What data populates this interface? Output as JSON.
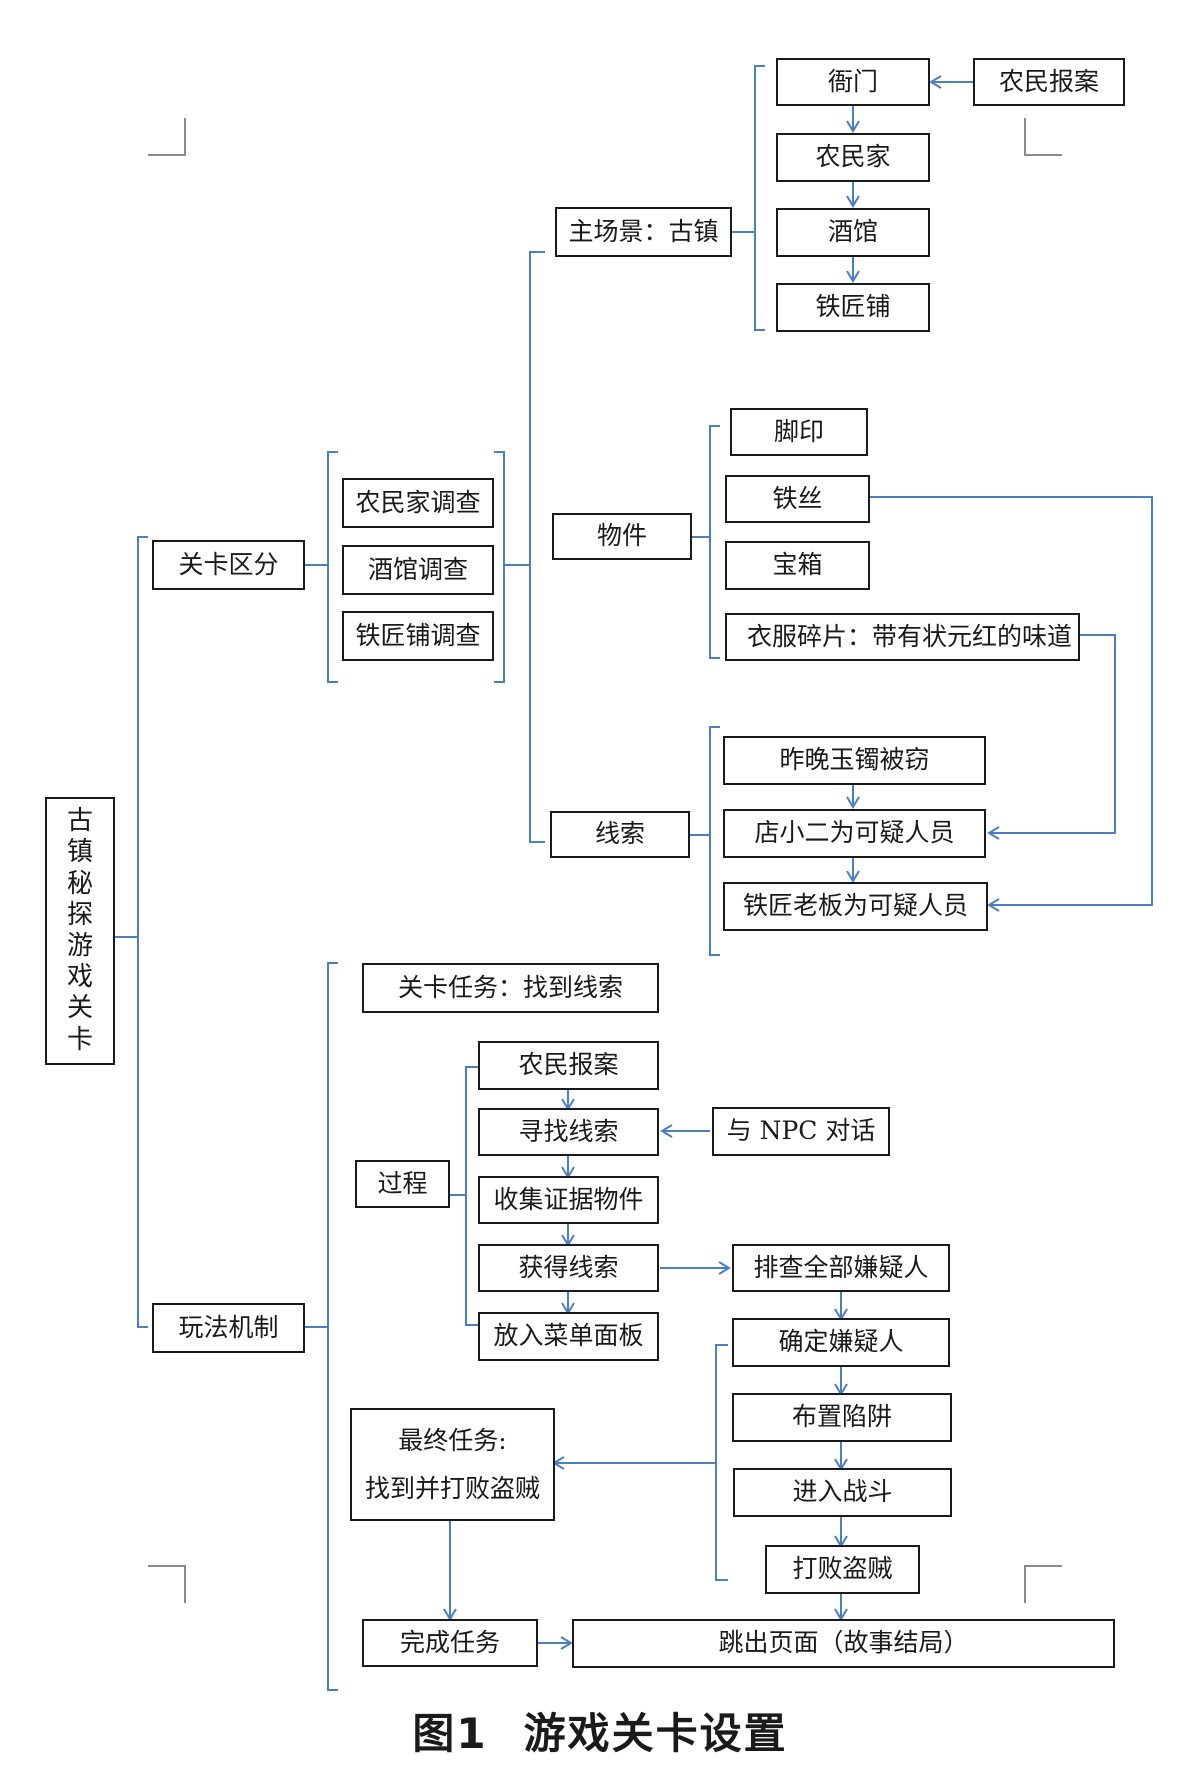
{
  "colors": {
    "connector": "#4a7fc1",
    "border": "#1a1a1a",
    "text": "#1a1a1a"
  },
  "root": [
    "古",
    "镇",
    "秘",
    "探",
    "游",
    "戏",
    "关",
    "卡"
  ],
  "branches": {
    "level": "关卡区分",
    "gameplay": "玩法机制"
  },
  "investigations": [
    "农民家调查",
    "酒馆调查",
    "铁匠铺调查"
  ],
  "categories": {
    "scene": "主场景：古镇",
    "items": "物件",
    "clues": "线索"
  },
  "scenes": [
    "衙门",
    "农民家",
    "酒馆",
    "铁匠铺"
  ],
  "report_node": "农民报案",
  "items": [
    "脚印",
    "铁丝",
    "宝箱",
    "衣服碎片：带有状元红的味道"
  ],
  "clues": [
    "昨晚玉镯被窃",
    "店小二为可疑人员",
    "铁匠老板为可疑人员"
  ],
  "gameplay": {
    "level_task": "关卡任务：找到线索",
    "process_label": "过程",
    "process_steps": [
      "农民报案",
      "寻找线索",
      "收集证据物件",
      "获得线索",
      "放入菜单面板"
    ],
    "npc_dialog": "与 NPC 对话",
    "investigation_steps": [
      "排查全部嫌疑人",
      "确定嫌疑人",
      "布置陷阱",
      "进入战斗",
      "打败盗贼"
    ],
    "final_task": [
      "最终任务:",
      "找到并打败盗贼"
    ],
    "complete": "完成任务",
    "ending": "跳出页面（故事结局）"
  },
  "caption": {
    "number": "图1",
    "title": "游戏关卡设置"
  }
}
